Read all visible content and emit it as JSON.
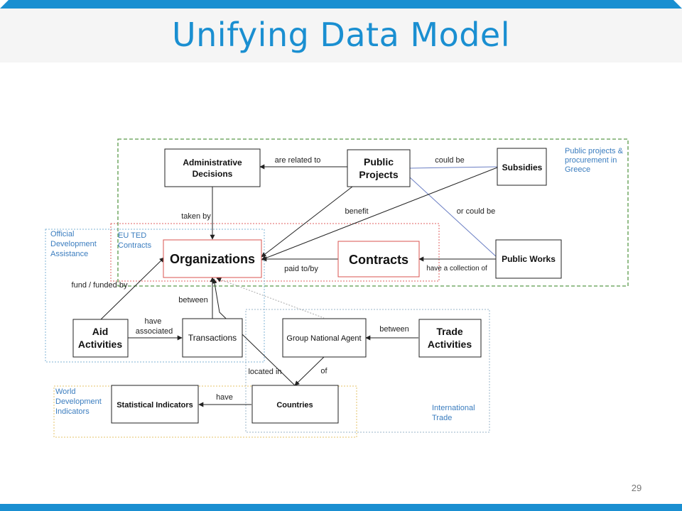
{
  "slide": {
    "title": "Unifying Data Model",
    "page_number": "29"
  },
  "colors": {
    "accent": "#1a8fd1",
    "green_region": "#5a9a4a",
    "red_region": "#e06060",
    "blue_region": "#7fb3d5",
    "yellow_region": "#e6c36a",
    "node_red": "#d9534f",
    "blue_edge": "#6b7fc4"
  },
  "regions": {
    "public_projects": {
      "label_lines": [
        "Public projects &",
        "procurement in",
        "Greece"
      ]
    },
    "eu_ted": {
      "label_lines": [
        "EU TED",
        "Contracts"
      ]
    },
    "oda": {
      "label_lines": [
        "Official",
        "Development",
        "Assistance"
      ]
    },
    "international_trade": {
      "label_lines": [
        "International",
        "Trade"
      ]
    },
    "world_dev": {
      "label_lines": [
        "World",
        "Development",
        "Indicators"
      ]
    }
  },
  "nodes": {
    "administrative_decisions": {
      "lines": [
        "Administrative",
        "Decisions"
      ]
    },
    "public_projects": {
      "lines": [
        "Public",
        "Projects"
      ]
    },
    "subsidies": {
      "lines": [
        "Subsidies"
      ]
    },
    "organizations": {
      "lines": [
        "Organizations"
      ]
    },
    "contracts": {
      "lines": [
        "Contracts"
      ]
    },
    "public_works": {
      "lines": [
        "Public Works"
      ]
    },
    "aid_activities": {
      "lines": [
        "Aid",
        "Activities"
      ]
    },
    "transactions": {
      "lines": [
        "Transactions"
      ]
    },
    "group_national_agent": {
      "lines": [
        "Group National Agent"
      ]
    },
    "trade_activities": {
      "lines": [
        "Trade",
        "Activities"
      ]
    },
    "statistical_indicators": {
      "lines": [
        "Statistical Indicators"
      ]
    },
    "countries": {
      "lines": [
        "Countries"
      ]
    }
  },
  "edges": {
    "are_related_to": "are related to",
    "could_be": "could be",
    "or_could_be": "or could be",
    "benefit": "benefit",
    "taken_by": "taken by",
    "paid_to_by": "paid to/by",
    "have_a_collection_of": "have a collection of",
    "fund_funded_by": "fund / funded by",
    "between_transactions": "between",
    "have_associated": [
      "have",
      "associated"
    ],
    "between_trade": "between",
    "located_in": "located in",
    "of": "of",
    "have": "have"
  }
}
